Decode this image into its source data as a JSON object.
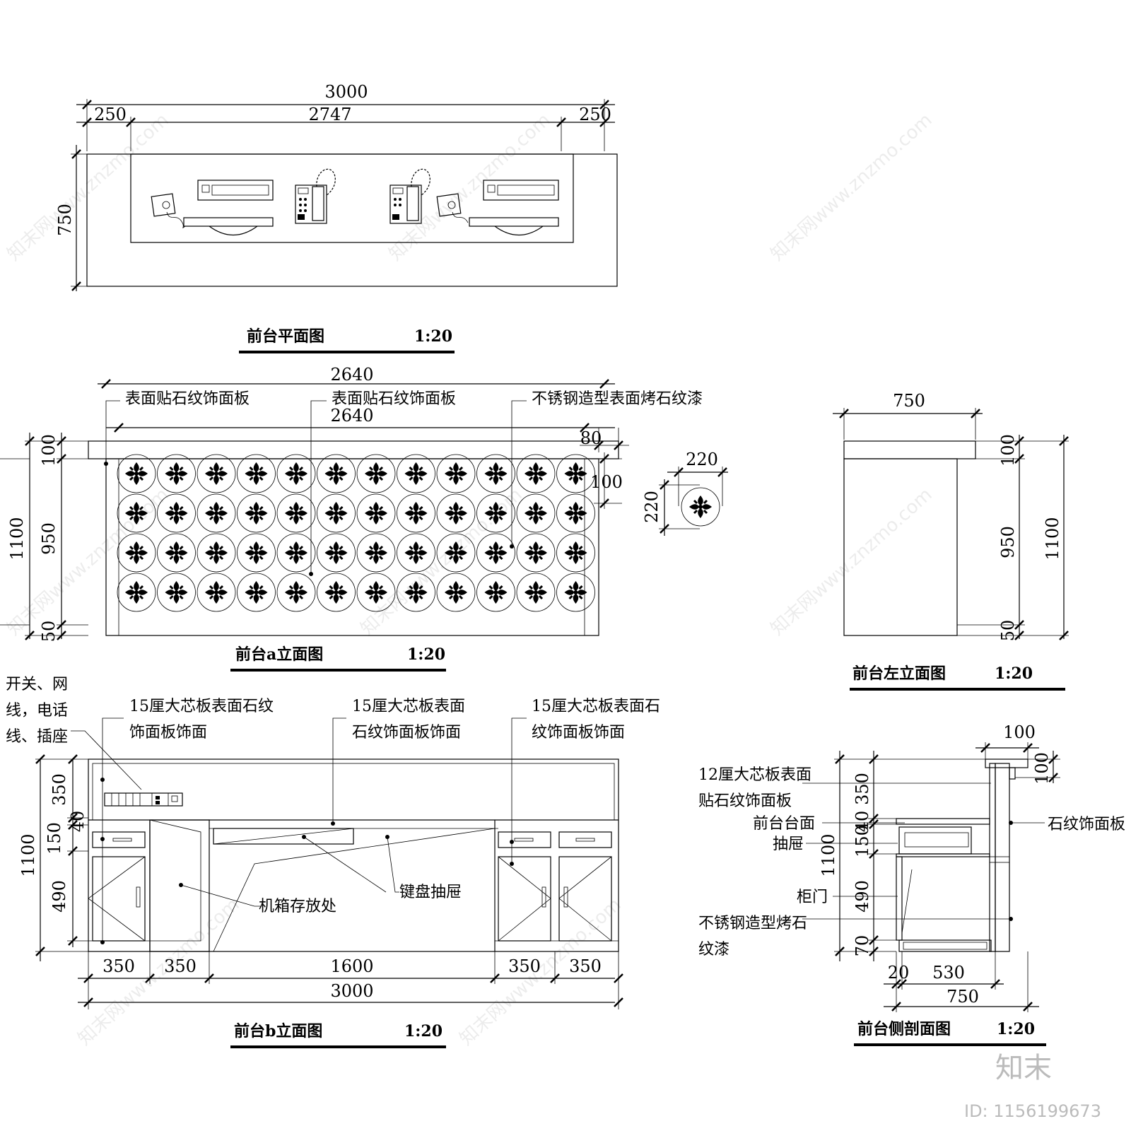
{
  "plan": {
    "title": "前台平面图",
    "scale": "1:20",
    "dims": {
      "overall": "3000",
      "left": "250",
      "middle": "2747",
      "right": "250",
      "depth": "750"
    }
  },
  "elev_a": {
    "title": "前台a立面图",
    "scale": "1:20",
    "dims": {
      "top_width": "2640",
      "inner_width": "2640",
      "top_h": "100",
      "panel_h": "950",
      "total_h": "1100",
      "base_h": "50",
      "overhang": "80",
      "right_h": "100"
    },
    "notes": [
      "表面贴石纹饰面板",
      "表面贴石纹饰面板",
      "不锈钢造型表面烤石纹漆"
    ]
  },
  "detail": {
    "w": "220",
    "h": "220"
  },
  "elev_left": {
    "title": "前台左立面图",
    "scale": "1:20",
    "dims": {
      "width": "750",
      "top": "100",
      "mid": "950",
      "base": "50",
      "total": "1100"
    }
  },
  "elev_b": {
    "title": "前台b立面图",
    "scale": "1:20",
    "notes": {
      "switch": [
        "开关、网",
        "线，电话",
        "线、插座"
      ],
      "n1": [
        "15厘大芯板表面石纹",
        "饰面板饰面"
      ],
      "n2": [
        "15厘大芯板表面",
        "石纹饰面板饰面"
      ],
      "n3": [
        "15厘大芯板表面石",
        "纹饰面板饰面"
      ],
      "case": "机箱存放处",
      "keyboard": "键盘抽屉"
    },
    "dims": {
      "v": [
        "350",
        "40",
        "150",
        "490"
      ],
      "total": "1100",
      "h": [
        "350",
        "350",
        "1600",
        "350",
        "350"
      ],
      "overall": "3000"
    }
  },
  "section": {
    "title": "前台侧剖面图",
    "scale": "1:20",
    "notes": {
      "n1": [
        "12厘大芯板表面",
        "贴石纹饰面板"
      ],
      "top": "前台台面",
      "drawer": "抽屉",
      "door": "柜门",
      "steel": [
        "不锈钢造型烤石",
        "纹漆"
      ],
      "stone": "石纹饰面板"
    },
    "dims": {
      "top_w": "100",
      "top_h": "100",
      "v": [
        "350",
        "40",
        "150",
        "490",
        "70"
      ],
      "total": "1100",
      "b": [
        "20",
        "530"
      ],
      "overall": "750"
    }
  },
  "watermark": {
    "text": "知末网www.znzmo.com",
    "brand": "知末",
    "id": "ID: 1156199673"
  }
}
